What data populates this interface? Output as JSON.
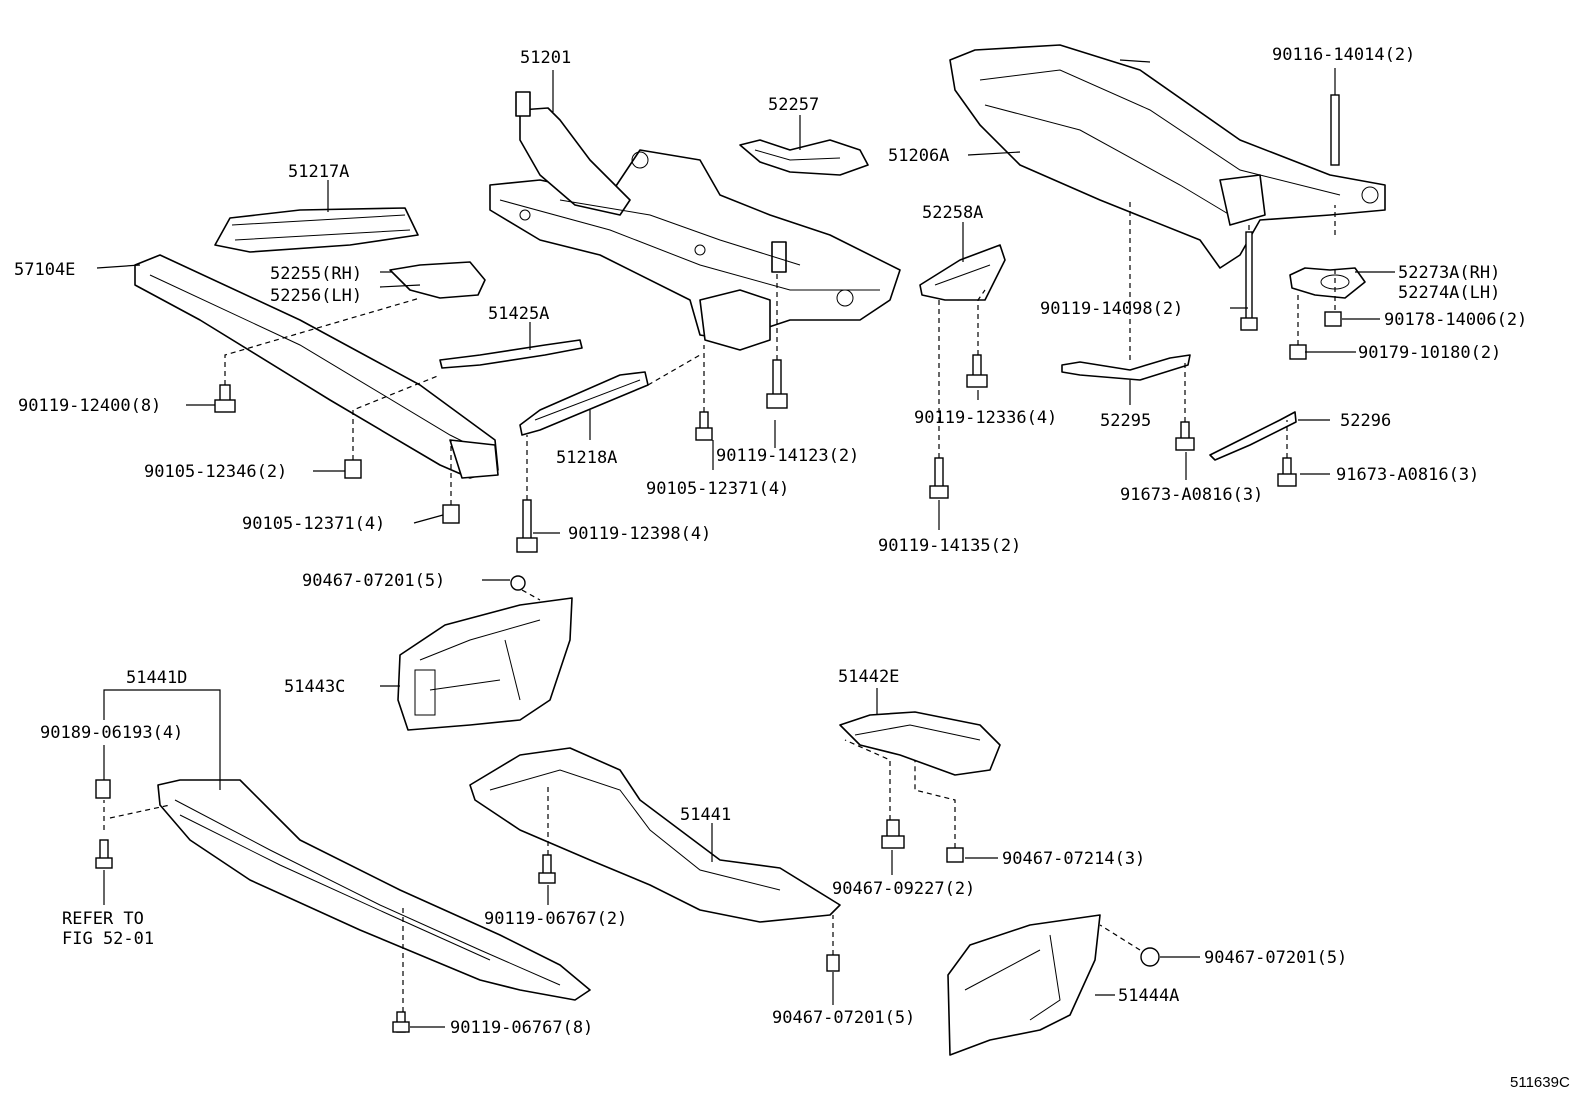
{
  "labels": {
    "l51201": "51201",
    "l52257": "52257",
    "l51217A": "51217A",
    "l57104E": "57104E",
    "l52255": "52255(RH)",
    "l52256": "52256(LH)",
    "l51425A": "51425A",
    "l9011912400": "90119-12400(8)",
    "l9010512346": "90105-12346(2)",
    "l9010512371a": "90105-12371(4)",
    "l51218A": "51218A",
    "l9011914123": "90119-14123(2)",
    "l9010512371b": "90105-12371(4)",
    "l9011912398": "90119-12398(4)",
    "l9011614014": "90116-14014(2)",
    "l51206A": "51206A",
    "l52258A": "52258A",
    "l52273A": "52273A(RH)",
    "l52274A": "52274A(LH)",
    "l9011914098": "90119-14098(2)",
    "l9017814006": "90178-14006(2)",
    "l9017910180": "90179-10180(2)",
    "l9011912336": "90119-12336(4)",
    "l52295": "52295",
    "l52296": "52296",
    "l91673A0816a": "91673-A0816(3)",
    "l91673A0816b": "91673-A0816(3)",
    "l9011914135": "90119-14135(2)",
    "l9046707201a": "90467-07201(5)",
    "l51443C": "51443C",
    "l51441D": "51441D",
    "l9018906193": "90189-06193(4)",
    "l51442E": "51442E",
    "l51441": "51441",
    "l9046707214": "90467-07214(3)",
    "l9046709227": "90467-09227(2)",
    "l9011906767a": "90119-06767(2)",
    "l9046707201b": "90467-07201(5)",
    "l9046707201c": "90467-07201(5)",
    "l51444A": "51444A",
    "l9011906767b": "90119-06767(8)",
    "refer1": "REFER TO",
    "refer2": "FIG 52-01",
    "figure_number": "511639C"
  }
}
